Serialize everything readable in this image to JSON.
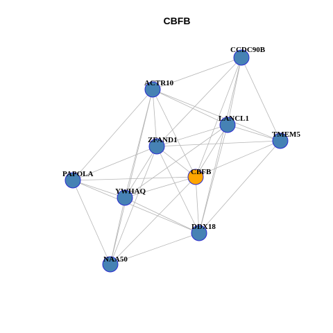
{
  "title": "CBFB",
  "colors": {
    "node_default": "#4682b4",
    "node_focus": "#ffa500",
    "node_border": "#2a2ad0",
    "edge": "#b4b4b4"
  },
  "nodes": [
    {
      "id": "CCDC90B",
      "label": "CCDC90B"
    },
    {
      "id": "ACTR10",
      "label": "ACTR10"
    },
    {
      "id": "LANCL1",
      "label": "LANCL1"
    },
    {
      "id": "TMEM5",
      "label": "TMEM5"
    },
    {
      "id": "ZFAND1",
      "label": "ZFAND1"
    },
    {
      "id": "CBFB",
      "label": "CBFB",
      "focus": true
    },
    {
      "id": "PAPOLA",
      "label": "PAPOLA"
    },
    {
      "id": "YWHAQ",
      "label": "YWHAQ"
    },
    {
      "id": "DDX18",
      "label": "DDX18"
    },
    {
      "id": "NAA50",
      "label": "NAA50"
    }
  ],
  "edges": [
    [
      "CCDC90B",
      "ACTR10"
    ],
    [
      "CCDC90B",
      "LANCL1"
    ],
    [
      "CCDC90B",
      "TMEM5"
    ],
    [
      "CCDC90B",
      "ZFAND1"
    ],
    [
      "CCDC90B",
      "CBFB"
    ],
    [
      "CCDC90B",
      "DDX18"
    ],
    [
      "ACTR10",
      "LANCL1"
    ],
    [
      "ACTR10",
      "TMEM5"
    ],
    [
      "ACTR10",
      "ZFAND1"
    ],
    [
      "ACTR10",
      "CBFB"
    ],
    [
      "ACTR10",
      "PAPOLA"
    ],
    [
      "ACTR10",
      "YWHAQ"
    ],
    [
      "ACTR10",
      "NAA50"
    ],
    [
      "LANCL1",
      "TMEM5"
    ],
    [
      "LANCL1",
      "ZFAND1"
    ],
    [
      "LANCL1",
      "CBFB"
    ],
    [
      "LANCL1",
      "DDX18"
    ],
    [
      "LANCL1",
      "YWHAQ"
    ],
    [
      "TMEM5",
      "ZFAND1"
    ],
    [
      "TMEM5",
      "CBFB"
    ],
    [
      "TMEM5",
      "DDX18"
    ],
    [
      "ZFAND1",
      "CBFB"
    ],
    [
      "ZFAND1",
      "YWHAQ"
    ],
    [
      "ZFAND1",
      "DDX18"
    ],
    [
      "ZFAND1",
      "NAA50"
    ],
    [
      "ZFAND1",
      "PAPOLA"
    ],
    [
      "CBFB",
      "PAPOLA"
    ],
    [
      "CBFB",
      "YWHAQ"
    ],
    [
      "CBFB",
      "DDX18"
    ],
    [
      "CBFB",
      "NAA50"
    ],
    [
      "PAPOLA",
      "YWHAQ"
    ],
    [
      "PAPOLA",
      "DDX18"
    ],
    [
      "PAPOLA",
      "NAA50"
    ],
    [
      "YWHAQ",
      "DDX18"
    ],
    [
      "YWHAQ",
      "NAA50"
    ],
    [
      "DDX18",
      "NAA50"
    ]
  ]
}
